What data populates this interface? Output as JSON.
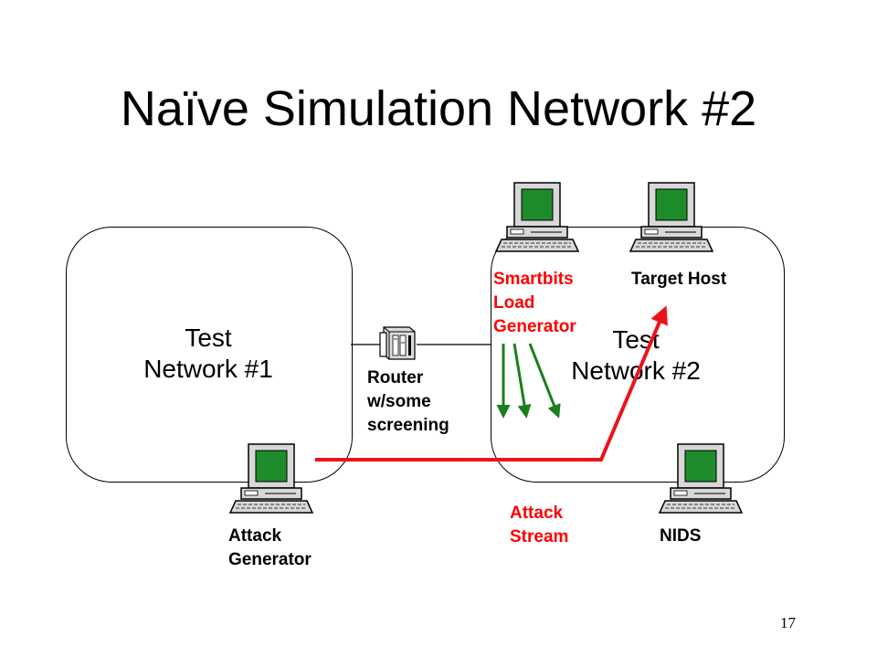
{
  "title": "Naïve Simulation Network #2",
  "networks": {
    "net1": [
      "Test",
      "Network #1"
    ],
    "net2": [
      "Test",
      "Network #2"
    ]
  },
  "labels": {
    "router": [
      "Router",
      "w/some",
      "screening"
    ],
    "smartbits": [
      "Smartbits",
      "Load",
      "Generator"
    ],
    "target_host": [
      "Target Host"
    ],
    "attack_generator": [
      "Attack",
      "Generator"
    ],
    "attack_stream": [
      "Attack",
      "Stream"
    ],
    "nids": [
      "NIDS"
    ]
  },
  "colors": {
    "attack_path": "#e8141c",
    "load_arrows": "#1a7f1a",
    "monitor_screen": "#1e8c2a",
    "smartbits_text": "#ff0000",
    "attack_stream_text": "#ff0000"
  },
  "icons": [
    "computer-icon",
    "router-icon"
  ],
  "page_number": "17"
}
